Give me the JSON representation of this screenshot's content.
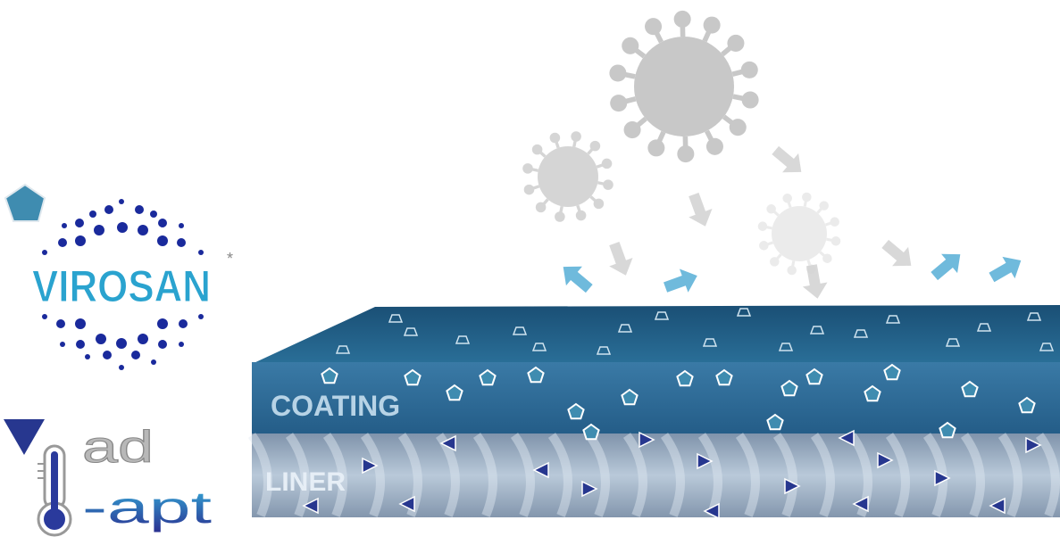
{
  "logos": {
    "virosan": {
      "text": "VIROSAN",
      "mark": "*"
    },
    "adapt": {
      "text_top": "ad",
      "text_bottom": "-apt"
    }
  },
  "layers": {
    "coating": "COATING",
    "liner": "LINER"
  },
  "colors": {
    "virosan_text": "#2aa3cf",
    "dots": "#1a2a9c",
    "pentagon": "#3f8cb0",
    "triangle": "#27378f",
    "coating_top": "#1f5f86",
    "coating_front": "#2d6c98",
    "liner": "#9fb3c8",
    "virus": "#c8c8c8",
    "arrow_blue": "#5fb2d8",
    "arrow_grey": "#d4d4d4"
  }
}
